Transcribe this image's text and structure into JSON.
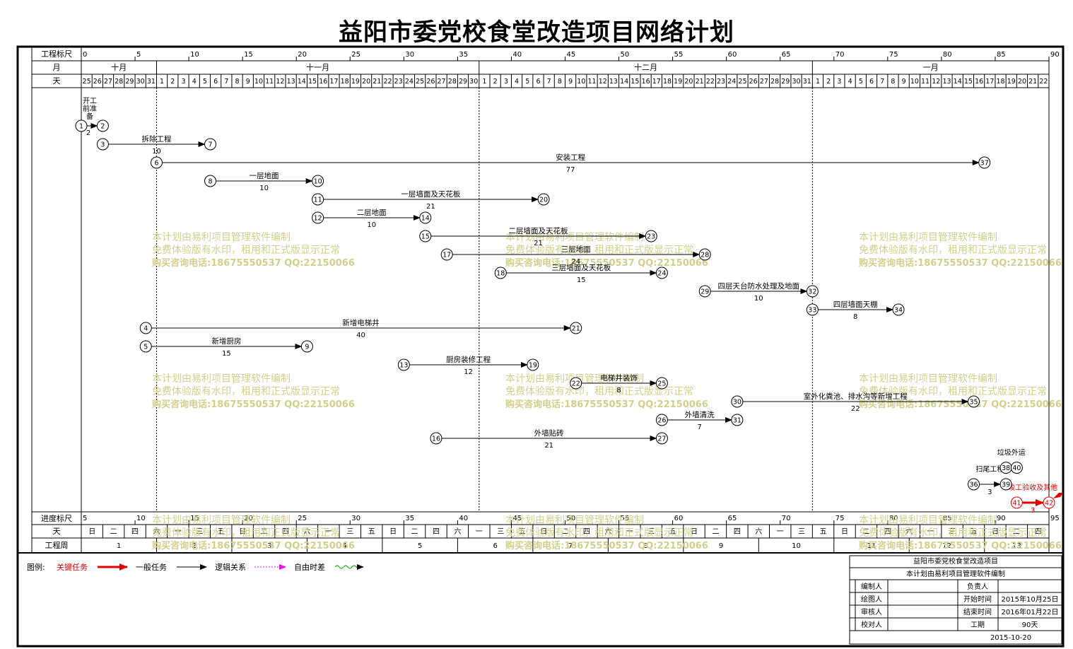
{
  "title": "益阳市委党校食堂改造项目网络计划",
  "colors": {
    "critical": "#e00000",
    "normal": "#000000",
    "logic": "#000000",
    "free_float": "#ff00ff",
    "wavy": "#00aa00",
    "watermark": "#d2cf8a"
  },
  "labels": {
    "ruler": "工程标尺",
    "month": "月",
    "day": "天",
    "progress_ruler": "进度标尺",
    "week": "工程周"
  },
  "ruler_ticks": [
    "0",
    "5",
    "10",
    "15",
    "20",
    "25",
    "30",
    "35",
    "40",
    "45",
    "50",
    "55",
    "60",
    "65",
    "70",
    "75",
    "80",
    "85",
    "90"
  ],
  "months": [
    "十月",
    "十一月",
    "十二月",
    "一月"
  ],
  "month_spans": [
    [
      1,
      7
    ],
    [
      7,
      37
    ],
    [
      37,
      68
    ],
    [
      68,
      90
    ]
  ],
  "days": [
    "25",
    "26",
    "27",
    "28",
    "29",
    "30",
    "31",
    "1",
    "2",
    "3",
    "4",
    "5",
    "6",
    "7",
    "8",
    "9",
    "10",
    "11",
    "12",
    "13",
    "14",
    "15",
    "16",
    "17",
    "18",
    "19",
    "20",
    "21",
    "22",
    "23",
    "24",
    "25",
    "26",
    "27",
    "28",
    "29",
    "30",
    "1",
    "2",
    "3",
    "4",
    "5",
    "6",
    "7",
    "8",
    "9",
    "10",
    "11",
    "12",
    "13",
    "14",
    "15",
    "16",
    "17",
    "18",
    "19",
    "20",
    "21",
    "22",
    "23",
    "24",
    "25",
    "26",
    "27",
    "28",
    "29",
    "30",
    "31",
    "1",
    "2",
    "3",
    "4",
    "5",
    "6",
    "7",
    "8",
    "9",
    "10",
    "11",
    "12",
    "13",
    "14",
    "15",
    "16",
    "17",
    "18",
    "19",
    "20",
    "21",
    "22"
  ],
  "progress_ticks": [
    "5",
    "10",
    "15",
    "20",
    "25",
    "30",
    "35",
    "40",
    "45",
    "50",
    "55",
    "60",
    "65",
    "70",
    "75",
    "80",
    "85",
    "90",
    "95"
  ],
  "weekdays": [
    "日",
    "二",
    "四",
    "六",
    "一",
    "三",
    "五",
    "日",
    "二",
    "四",
    "六",
    "一",
    "三",
    "五",
    "日",
    "二",
    "四",
    "六",
    "一",
    "三",
    "五",
    "日",
    "二",
    "四",
    "六",
    "一",
    "三",
    "五",
    "日",
    "二",
    "四",
    "六",
    "一",
    "三",
    "五",
    "日",
    "二",
    "四",
    "六",
    "一",
    "三",
    "五",
    "日",
    "二",
    "四"
  ],
  "weeks": [
    "1",
    "2",
    "3",
    "4",
    "5",
    "6",
    "7",
    "8",
    "9",
    "10",
    "11",
    "12",
    "13"
  ],
  "week_bounds": [
    0,
    7,
    14,
    21,
    28,
    35,
    42,
    49,
    56,
    63,
    70,
    77,
    84,
    90
  ],
  "nodes": [
    {
      "id": "1",
      "day": 0,
      "row": 0,
      "critical": false
    },
    {
      "id": "2",
      "day": 2,
      "row": 0,
      "critical": false
    },
    {
      "id": "3",
      "day": 2,
      "row": 1,
      "critical": false
    },
    {
      "id": "7",
      "day": 12,
      "row": 1,
      "critical": false
    },
    {
      "id": "6",
      "day": 7,
      "row": 2,
      "critical": false
    },
    {
      "id": "37",
      "day": 84,
      "row": 2,
      "critical": false
    },
    {
      "id": "8",
      "day": 12,
      "row": 3,
      "critical": false
    },
    {
      "id": "10",
      "day": 22,
      "row": 3,
      "critical": false
    },
    {
      "id": "11",
      "day": 22,
      "row": 4,
      "critical": false
    },
    {
      "id": "20",
      "day": 43,
      "row": 4,
      "critical": false
    },
    {
      "id": "12",
      "day": 22,
      "row": 5,
      "critical": false
    },
    {
      "id": "14",
      "day": 32,
      "row": 5,
      "critical": false
    },
    {
      "id": "15",
      "day": 32,
      "row": 6,
      "critical": false
    },
    {
      "id": "23",
      "day": 53,
      "row": 6,
      "critical": false
    },
    {
      "id": "17",
      "day": 34,
      "row": 7,
      "critical": false
    },
    {
      "id": "28",
      "day": 58,
      "row": 7,
      "critical": false
    },
    {
      "id": "18",
      "day": 39,
      "row": 8,
      "critical": false
    },
    {
      "id": "24",
      "day": 54,
      "row": 8,
      "critical": false
    },
    {
      "id": "29",
      "day": 58,
      "row": 9,
      "critical": false
    },
    {
      "id": "32",
      "day": 68,
      "row": 9,
      "critical": false
    },
    {
      "id": "33",
      "day": 68,
      "row": 10,
      "critical": false
    },
    {
      "id": "34",
      "day": 76,
      "row": 10,
      "critical": false
    },
    {
      "id": "4",
      "day": 6,
      "row": 11,
      "critical": false
    },
    {
      "id": "21",
      "day": 46,
      "row": 11,
      "critical": false
    },
    {
      "id": "5",
      "day": 6,
      "row": 12,
      "critical": false
    },
    {
      "id": "9",
      "day": 21,
      "row": 12,
      "critical": false
    },
    {
      "id": "13",
      "day": 30,
      "row": 13,
      "critical": false
    },
    {
      "id": "19",
      "day": 42,
      "row": 13,
      "critical": false
    },
    {
      "id": "22",
      "day": 46,
      "row": 14,
      "critical": false
    },
    {
      "id": "25",
      "day": 54,
      "row": 14,
      "critical": false
    },
    {
      "id": "30",
      "day": 61,
      "row": 15,
      "critical": false
    },
    {
      "id": "35",
      "day": 83,
      "row": 15,
      "critical": false
    },
    {
      "id": "26",
      "day": 54,
      "row": 16,
      "critical": false
    },
    {
      "id": "31",
      "day": 61,
      "row": 16,
      "critical": false
    },
    {
      "id": "16",
      "day": 33,
      "row": 17,
      "critical": false
    },
    {
      "id": "27",
      "day": 54,
      "row": 17,
      "critical": false
    },
    {
      "id": "38",
      "day": 86,
      "row": 18.6,
      "critical": false
    },
    {
      "id": "40",
      "day": 87,
      "row": 18.6,
      "critical": false
    },
    {
      "id": "36",
      "day": 83,
      "row": 19.5,
      "critical": false
    },
    {
      "id": "39",
      "day": 86,
      "row": 19.5,
      "critical": false
    },
    {
      "id": "41",
      "day": 87,
      "row": 20.5,
      "critical": true
    },
    {
      "id": "42",
      "day": 90,
      "row": 20.5,
      "critical": true
    }
  ],
  "tasks": [
    {
      "from": "1",
      "to": "2",
      "name": "开工前准备",
      "duration": "2",
      "critical": false,
      "label_pos": "stack-left"
    },
    {
      "from": "3",
      "to": "7",
      "name": "拆除工程",
      "duration": "10",
      "critical": false
    },
    {
      "from": "6",
      "to": "37",
      "name": "安装工程",
      "duration": "77",
      "critical": false
    },
    {
      "from": "8",
      "to": "10",
      "name": "一层地面",
      "duration": "10",
      "critical": false
    },
    {
      "from": "11",
      "to": "20",
      "name": "一层墙面及天花板",
      "duration": "21",
      "critical": false
    },
    {
      "from": "12",
      "to": "14",
      "name": "二层地面",
      "duration": "10",
      "critical": false
    },
    {
      "from": "15",
      "to": "23",
      "name": "二层墙面及天花板",
      "duration": "21",
      "critical": false
    },
    {
      "from": "17",
      "to": "28",
      "name": "三层地面",
      "duration": "24",
      "critical": false
    },
    {
      "from": "18",
      "to": "24",
      "name": "三层墙面及天花板",
      "duration": "15",
      "critical": false
    },
    {
      "from": "29",
      "to": "32",
      "name": "四层天台防水处理及地面",
      "duration": "10",
      "critical": false
    },
    {
      "from": "33",
      "to": "34",
      "name": "四层墙面天棚",
      "duration": "8",
      "critical": false
    },
    {
      "from": "4",
      "to": "21",
      "name": "新增电梯井",
      "duration": "40",
      "critical": false
    },
    {
      "from": "5",
      "to": "9",
      "name": "新增厨房",
      "duration": "15",
      "critical": false
    },
    {
      "from": "13",
      "to": "19",
      "name": "厨房装修工程",
      "duration": "12",
      "critical": false
    },
    {
      "from": "22",
      "to": "25",
      "name": "电梯井装饰",
      "duration": "8",
      "critical": false
    },
    {
      "from": "30",
      "to": "35",
      "name": "室外化粪池、排水沟等新增工程",
      "duration": "22",
      "critical": false
    },
    {
      "from": "26",
      "to": "31",
      "name": "外墙清洗",
      "duration": "7",
      "critical": false
    },
    {
      "from": "16",
      "to": "27",
      "name": "外墙贴砖",
      "duration": "21",
      "critical": false
    },
    {
      "from": "38",
      "to": "40",
      "name": "垃圾外运",
      "duration": "",
      "critical": false
    },
    {
      "from": "36",
      "to": "39",
      "name": "扫尾工程",
      "duration": "3",
      "critical": false
    },
    {
      "from": "41",
      "to": "42",
      "name": "竣工验收及其他",
      "duration": "3",
      "critical": true
    }
  ],
  "watermark": {
    "line1": "本计划由易利项目管理软件编制",
    "line2": "免费体验版有水印，租用和正式版显示正常",
    "line3": "购买咨询电话:18675550537 QQ:22150066"
  },
  "legend": {
    "label": "图例:",
    "critical": "关键任务",
    "normal": "一般任务",
    "logic": "逻辑关系",
    "free_float": "自由时差"
  },
  "info": {
    "project": "益阳市委党校食堂改造项目",
    "software": "本计划由易利项目管理软件编制",
    "editor_label": "编制人",
    "drawer_label": "绘图人",
    "reviewer_label": "审核人",
    "checker_label": "校对人",
    "manager_label": "负责人",
    "start_label": "开始时间",
    "start_value": "2015年10月25日",
    "end_label": "结束时间",
    "end_value": "2016年01月22日",
    "duration_label": "工期",
    "duration_value": "90天",
    "date": "2015-10-20"
  }
}
